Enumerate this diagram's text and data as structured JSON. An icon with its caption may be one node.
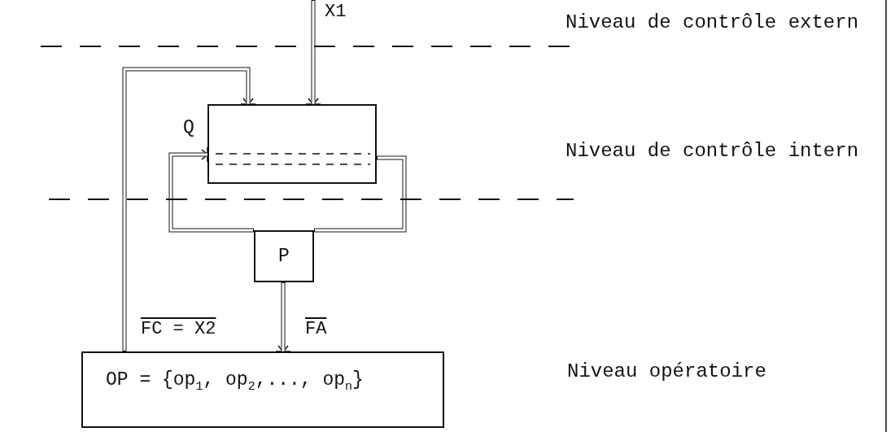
{
  "diagram": {
    "nodes": [
      {
        "text": [
          "Q"
        ]
      },
      {
        "text": [
          "P"
        ]
      },
      {
        "text": [
          "OP = {op$_{1}$, op$_{2}$,..., op$_{n}$}"
        ]
      }
    ],
    "edges": [
      {
        "from": null,
        "to": 0,
        "arrow": "to",
        "label": "X1"
      },
      {
        "from": 2,
        "to": 0,
        "arrow": "to",
        "label": "FC = X2"
      },
      {
        "from": 0,
        "to": 1,
        "arrow": "none"
      },
      {
        "from": 1,
        "to": 0,
        "arrow": "to"
      },
      {
        "from": 1,
        "to": 2,
        "arrow": "to",
        "label": "FA"
      }
    ],
    "labels": [
      "Niveau de contrôle extern",
      "Niveau de contrôle intern",
      "Niveau opératoire"
    ]
  }
}
